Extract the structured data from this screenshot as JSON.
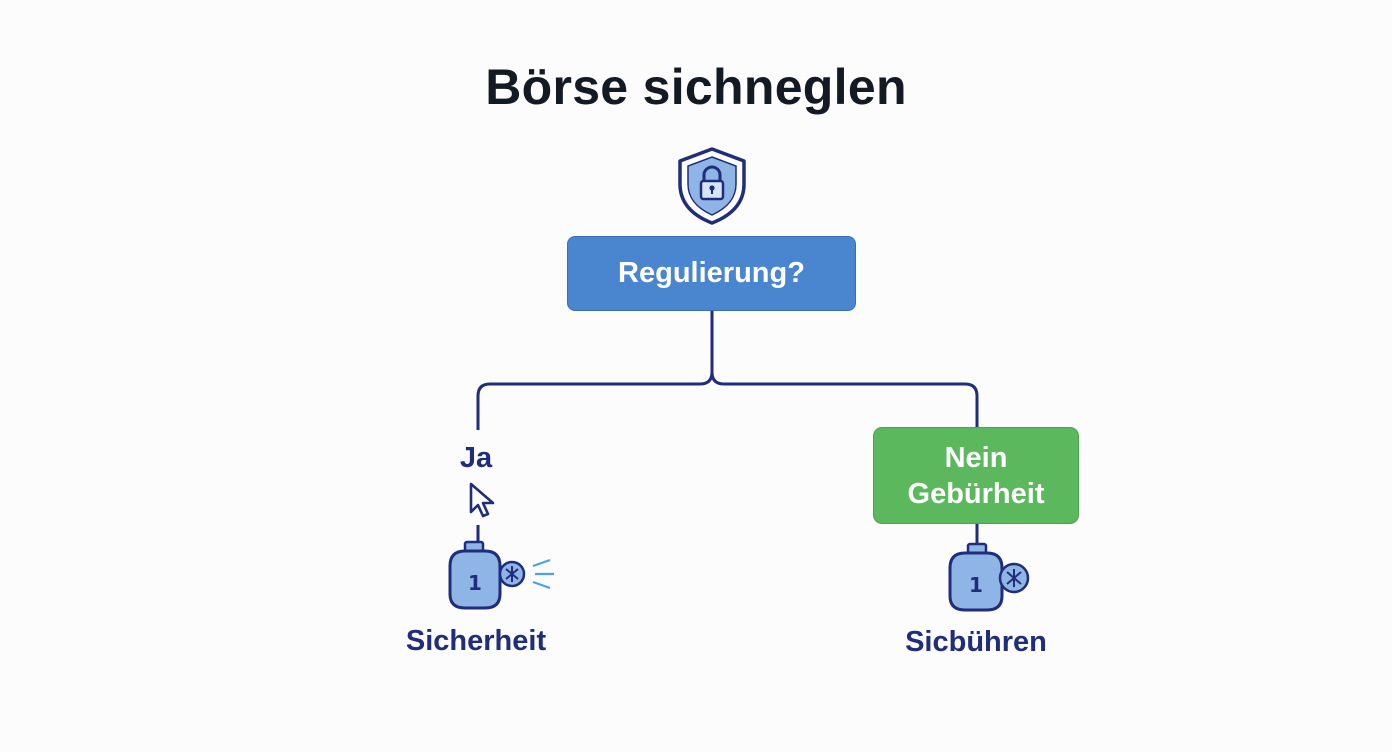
{
  "title": "Börse sichneglen",
  "question": "Regulierung?",
  "yes_branch": {
    "label": "Ja",
    "badge_number": "1",
    "caption": "Sicherheit"
  },
  "no_branch": {
    "label_line1": "Nein",
    "label_line2": "Gebürheit",
    "badge_number": "1",
    "caption": "Sicbühren"
  },
  "icons": {
    "top": "shield-lock-icon",
    "yes_pointer": "cursor-arrow-icon",
    "yes_result": "bot-badge-icon",
    "no_result": "bot-badge-icon"
  },
  "colors": {
    "question_box": "#4a86cf",
    "no_box": "#5cb85c",
    "connector": "#1f2d7a",
    "title": "#131a24",
    "icon_fill": "#8fb5e6"
  }
}
